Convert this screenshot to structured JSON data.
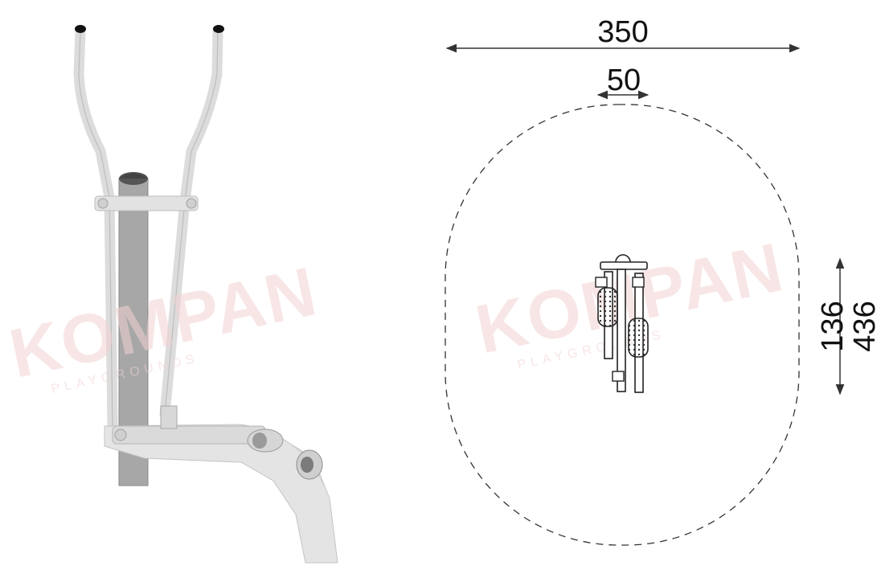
{
  "dimensions": {
    "overall_width": "350",
    "equipment_width": "50",
    "equipment_depth": "136",
    "overall_depth": "436"
  },
  "watermark": {
    "brand": "KOMPAN",
    "tagline": "PLAYGROUNDS"
  },
  "colors": {
    "line": "#111111",
    "metal": "#e2e2e2",
    "metal_shade": "#cfcfcf",
    "post": "#a7a7a7",
    "watermark": "#f3d2d2"
  }
}
